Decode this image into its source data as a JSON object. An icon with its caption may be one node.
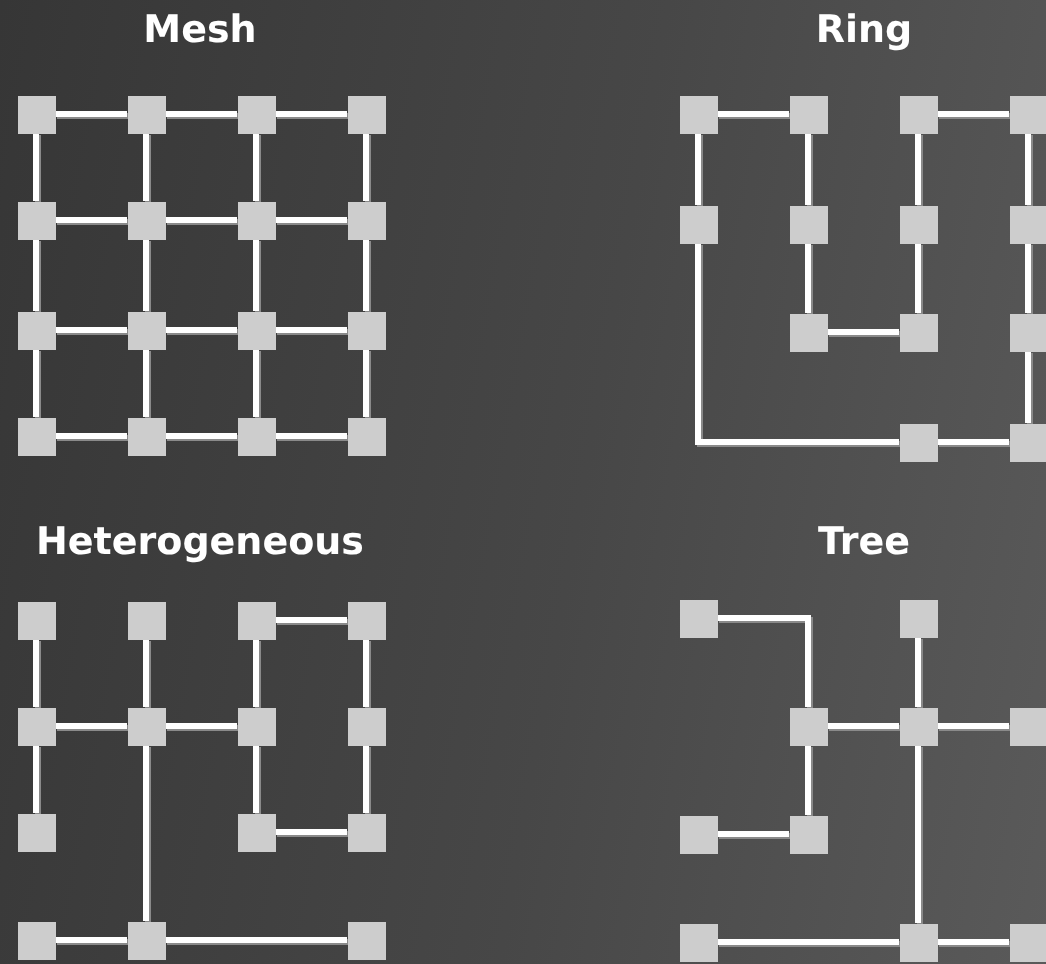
{
  "diagram": {
    "nodes": [
      {
        "text": [],
        "shape": "box"
      },
      {
        "text": [],
        "shape": "box"
      },
      {
        "text": [],
        "shape": "box"
      },
      {
        "text": [],
        "shape": "box"
      },
      {
        "text": [],
        "shape": "box"
      },
      {
        "text": [],
        "shape": "box"
      },
      {
        "text": [],
        "shape": "box"
      },
      {
        "text": [],
        "shape": "box"
      },
      {
        "text": [],
        "shape": "box"
      },
      {
        "text": [],
        "shape": "box"
      },
      {
        "text": [],
        "shape": "box"
      },
      {
        "text": [],
        "shape": "box"
      },
      {
        "text": [],
        "shape": "box"
      },
      {
        "text": [],
        "shape": "box"
      },
      {
        "text": [],
        "shape": "box"
      },
      {
        "text": [],
        "shape": "box"
      },
      {
        "text": [],
        "shape": "box"
      },
      {
        "text": [],
        "shape": "box"
      },
      {
        "text": [],
        "shape": "box"
      },
      {
        "text": [],
        "shape": "box"
      },
      {
        "text": [],
        "shape": "box"
      },
      {
        "text": [],
        "shape": "box"
      },
      {
        "text": [],
        "shape": "box"
      },
      {
        "text": [],
        "shape": "box"
      },
      {
        "text": [],
        "shape": "box"
      },
      {
        "text": [],
        "shape": "box"
      },
      {
        "text": [],
        "shape": "box"
      },
      {
        "text": [],
        "shape": "box"
      },
      {
        "text": [],
        "shape": "box"
      },
      {
        "text": [],
        "shape": "box"
      },
      {
        "text": [],
        "shape": "box"
      },
      {
        "text": [],
        "shape": "box"
      },
      {
        "text": [],
        "shape": "box"
      },
      {
        "text": [],
        "shape": "box"
      },
      {
        "text": [],
        "shape": "box"
      },
      {
        "text": [],
        "shape": "box"
      },
      {
        "text": [],
        "shape": "box"
      },
      {
        "text": [],
        "shape": "box"
      },
      {
        "text": [],
        "shape": "box"
      },
      {
        "text": [],
        "shape": "box"
      },
      {
        "text": [],
        "shape": "box"
      },
      {
        "text": [],
        "shape": "box"
      },
      {
        "text": [],
        "shape": "box"
      },
      {
        "text": [],
        "shape": "box"
      },
      {
        "text": [],
        "shape": "box"
      },
      {
        "text": [],
        "shape": "box"
      },
      {
        "text": [],
        "shape": "box"
      },
      {
        "text": [],
        "shape": "box"
      },
      {
        "text": [],
        "shape": "box"
      },
      {
        "text": [],
        "shape": "box"
      },
      {
        "text": [],
        "shape": "box"
      },
      {
        "text": [],
        "shape": "box"
      },
      {
        "text": [],
        "shape": "box"
      }
    ],
    "edges": [
      {
        "from": 0,
        "to": 1,
        "arrow": "none"
      },
      {
        "from": 1,
        "to": 2,
        "arrow": "none"
      },
      {
        "from": 2,
        "to": 3,
        "arrow": "none"
      },
      {
        "from": 4,
        "to": 5,
        "arrow": "none"
      },
      {
        "from": 5,
        "to": 6,
        "arrow": "none"
      },
      {
        "from": 6,
        "to": 7,
        "arrow": "none"
      },
      {
        "from": 8,
        "to": 9,
        "arrow": "none"
      },
      {
        "from": 9,
        "to": 10,
        "arrow": "none"
      },
      {
        "from": 10,
        "to": 11,
        "arrow": "none"
      },
      {
        "from": 12,
        "to": 13,
        "arrow": "none"
      },
      {
        "from": 13,
        "to": 14,
        "arrow": "none"
      },
      {
        "from": 14,
        "to": 15,
        "arrow": "none"
      },
      {
        "from": 0,
        "to": 4,
        "arrow": "none"
      },
      {
        "from": 4,
        "to": 8,
        "arrow": "none"
      },
      {
        "from": 8,
        "to": 12,
        "arrow": "none"
      },
      {
        "from": 1,
        "to": 5,
        "arrow": "none"
      },
      {
        "from": 5,
        "to": 9,
        "arrow": "none"
      },
      {
        "from": 9,
        "to": 13,
        "arrow": "none"
      },
      {
        "from": 2,
        "to": 6,
        "arrow": "none"
      },
      {
        "from": 6,
        "to": 10,
        "arrow": "none"
      },
      {
        "from": 10,
        "to": 14,
        "arrow": "none"
      },
      {
        "from": 3,
        "to": 7,
        "arrow": "none"
      },
      {
        "from": 7,
        "to": 11,
        "arrow": "none"
      },
      {
        "from": 11,
        "to": 15,
        "arrow": "none"
      },
      {
        "from": 16,
        "to": 17,
        "arrow": "none"
      },
      {
        "from": 16,
        "to": 20,
        "arrow": "none"
      },
      {
        "from": 17,
        "to": 21,
        "arrow": "none"
      },
      {
        "from": 21,
        "to": 24,
        "arrow": "none"
      },
      {
        "from": 24,
        "to": 25,
        "arrow": "none"
      },
      {
        "from": 25,
        "to": 22,
        "arrow": "none"
      },
      {
        "from": 22,
        "to": 18,
        "arrow": "none"
      },
      {
        "from": 18,
        "to": 19,
        "arrow": "none"
      },
      {
        "from": 19,
        "to": 23,
        "arrow": "none"
      },
      {
        "from": 23,
        "to": 26,
        "arrow": "none"
      },
      {
        "from": 26,
        "to": 28,
        "arrow": "none"
      },
      {
        "from": 28,
        "to": 27,
        "arrow": "none"
      },
      {
        "from": 27,
        "to": 20,
        "arrow": "none"
      },
      {
        "from": 29,
        "to": 33,
        "arrow": "none"
      },
      {
        "from": 33,
        "to": 37,
        "arrow": "none"
      },
      {
        "from": 33,
        "to": 34,
        "arrow": "none"
      },
      {
        "from": 30,
        "to": 34,
        "arrow": "none"
      },
      {
        "from": 34,
        "to": 35,
        "arrow": "none"
      },
      {
        "from": 34,
        "to": 41,
        "arrow": "none"
      },
      {
        "from": 40,
        "to": 41,
        "arrow": "none"
      },
      {
        "from": 41,
        "to": 42,
        "arrow": "none"
      },
      {
        "from": 31,
        "to": 32,
        "arrow": "none"
      },
      {
        "from": 31,
        "to": 35,
        "arrow": "none"
      },
      {
        "from": 35,
        "to": 38,
        "arrow": "none"
      },
      {
        "from": 38,
        "to": 39,
        "arrow": "none"
      },
      {
        "from": 32,
        "to": 36,
        "arrow": "none"
      },
      {
        "from": 36,
        "to": 39,
        "arrow": "none"
      },
      {
        "from": 43,
        "to": 45,
        "arrow": "none"
      },
      {
        "from": 45,
        "to": 49,
        "arrow": "none"
      },
      {
        "from": 48,
        "to": 49,
        "arrow": "none"
      },
      {
        "from": 45,
        "to": 46,
        "arrow": "none"
      },
      {
        "from": 44,
        "to": 46,
        "arrow": "none"
      },
      {
        "from": 46,
        "to": 47,
        "arrow": "none"
      },
      {
        "from": 46,
        "to": 51,
        "arrow": "none"
      },
      {
        "from": 50,
        "to": 51,
        "arrow": "none"
      },
      {
        "from": 51,
        "to": 52,
        "arrow": "none"
      }
    ],
    "labels": [
      "Mesh",
      "Ring",
      "Heterogeneous",
      "Tree"
    ]
  }
}
